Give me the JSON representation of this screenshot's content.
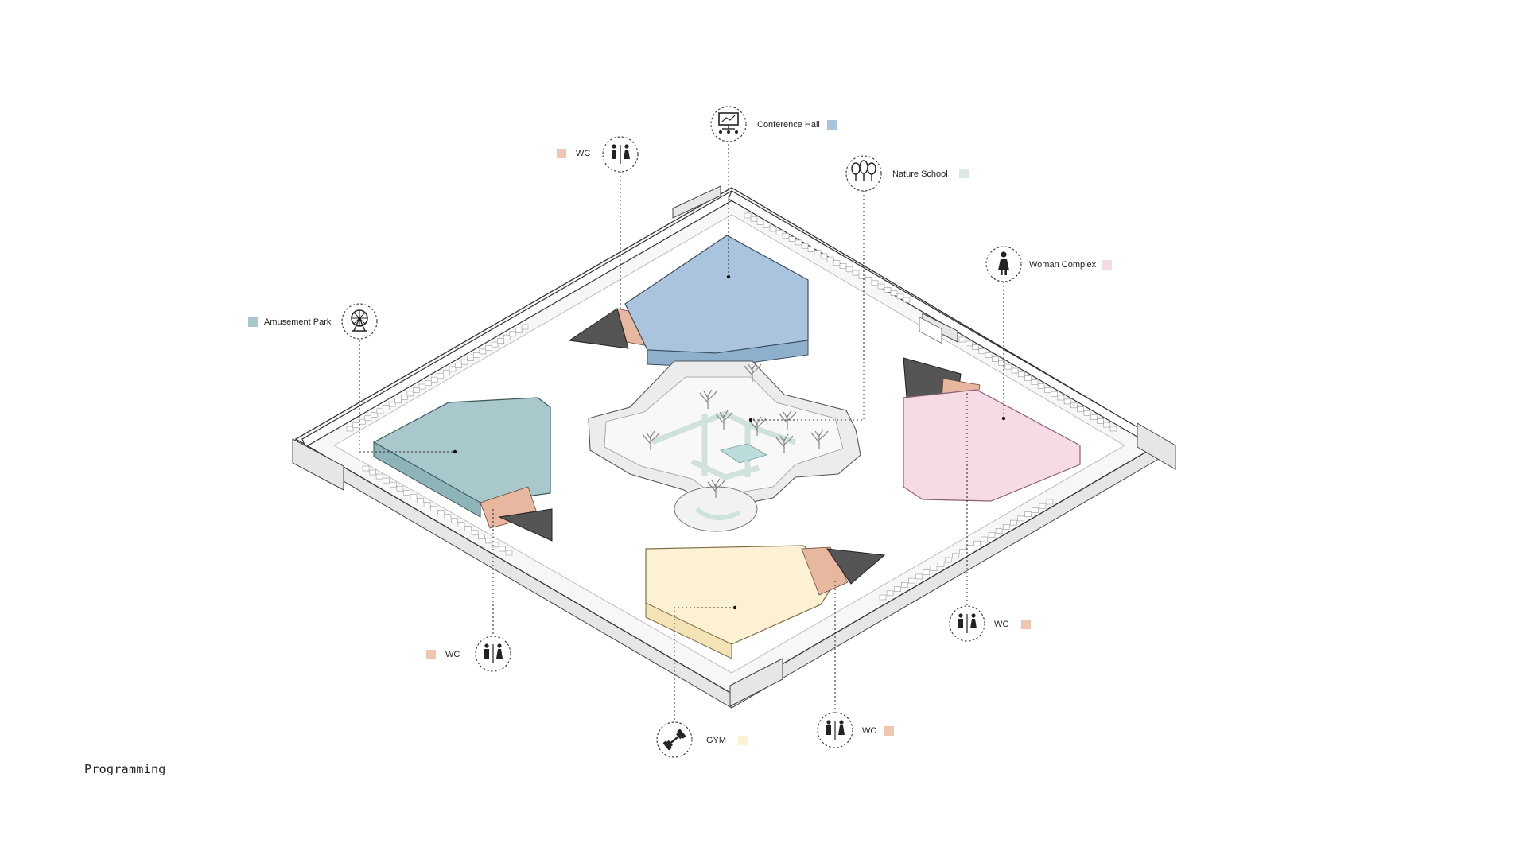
{
  "caption": "Programming",
  "colors": {
    "conference_hall": "#a9c4dc",
    "amusement_park": "#a9c8cb",
    "woman_complex": "#f6dbe6",
    "gym": "#fcf1d2",
    "nature_school": "#dbe8e3",
    "wc": "#f0c6b0",
    "dark_block": "#555555",
    "pool": "#bcdcdc"
  },
  "legend": {
    "conference_hall": {
      "label": "Conference Hall",
      "icon": "presentation-icon"
    },
    "nature_school": {
      "label": "Nature School",
      "icon": "trees-icon"
    },
    "woman_complex": {
      "label": "Woman Complex",
      "icon": "woman-icon"
    },
    "amusement_park": {
      "label": "Amusement Park",
      "icon": "ferris-wheel-icon"
    },
    "gym": {
      "label": "GYM",
      "icon": "dumbbell-icon"
    },
    "wc_top": {
      "label": "WC",
      "icon": "restroom-icon"
    },
    "wc_left": {
      "label": "WC",
      "icon": "restroom-icon"
    },
    "wc_bottom": {
      "label": "WC",
      "icon": "restroom-icon"
    },
    "wc_right": {
      "label": "WC",
      "icon": "restroom-icon"
    }
  }
}
